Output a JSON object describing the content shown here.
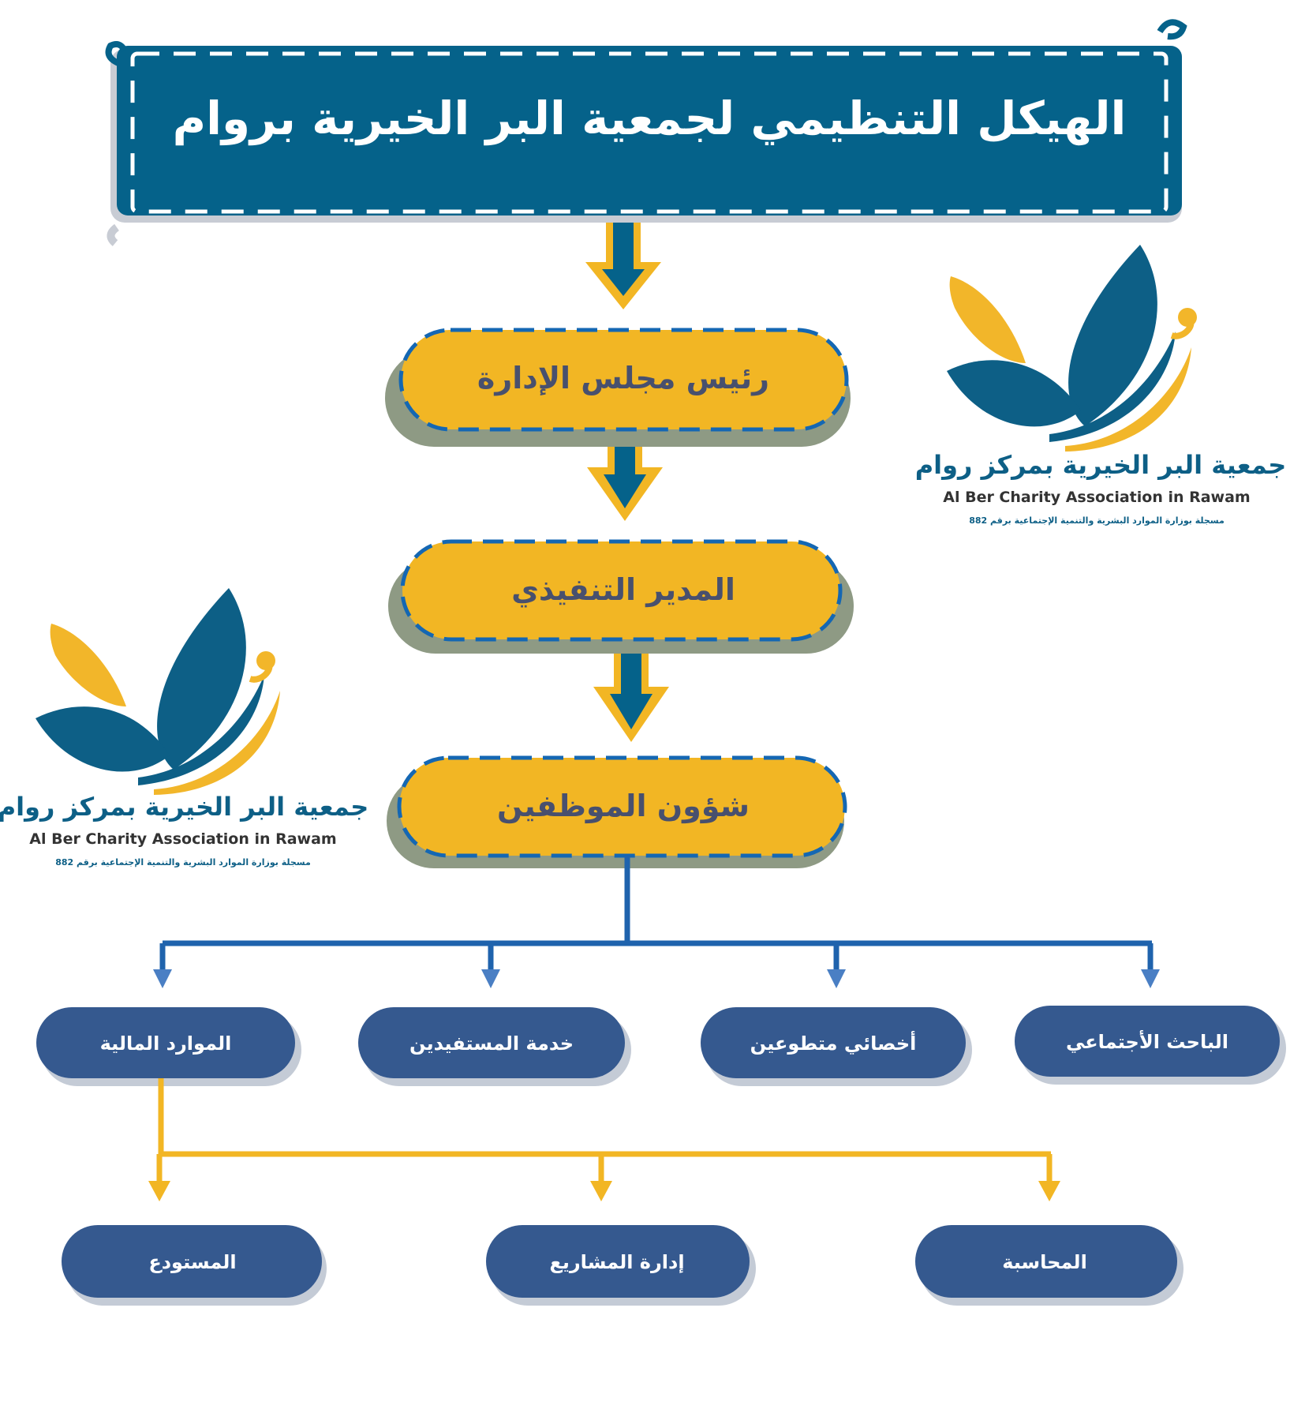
{
  "title": "الهيكل التنظيمي لجمعية البر الخيرية بروام",
  "colors": {
    "banner": "#05628a",
    "gold": "#f2b624",
    "pill_shadow": "#8e9a84",
    "dash": "#1467b3",
    "navy": "#35598f",
    "connector_blue": "#1f63ad",
    "connector_gold": "#f2b624",
    "leaf_blue": "#0d5f86",
    "leaf_gold": "#f2b62a"
  },
  "chain": [
    {
      "label": "رئيس مجلس الإدارة"
    },
    {
      "label": "المدير التنفيذي"
    },
    {
      "label": "شؤون الموظفين"
    }
  ],
  "departments": [
    {
      "label": "الموارد المالية"
    },
    {
      "label": "خدمة المستفيدين"
    },
    {
      "label": "أخصائي متطوعين"
    },
    {
      "label": "الباحث الأجتماعي"
    }
  ],
  "finance_units": [
    {
      "label": "المستودع"
    },
    {
      "label": "إدارة المشاريع"
    },
    {
      "label": "المحاسبة"
    }
  ],
  "logo": {
    "arabic_name": "جمعية البر الخيرية بمركز روام",
    "english_name": "Al Ber Charity Association in Rawam",
    "registration": "مسجلة بوزارة الموارد البشرية والتنمية الإجتماعية برقم 882"
  }
}
